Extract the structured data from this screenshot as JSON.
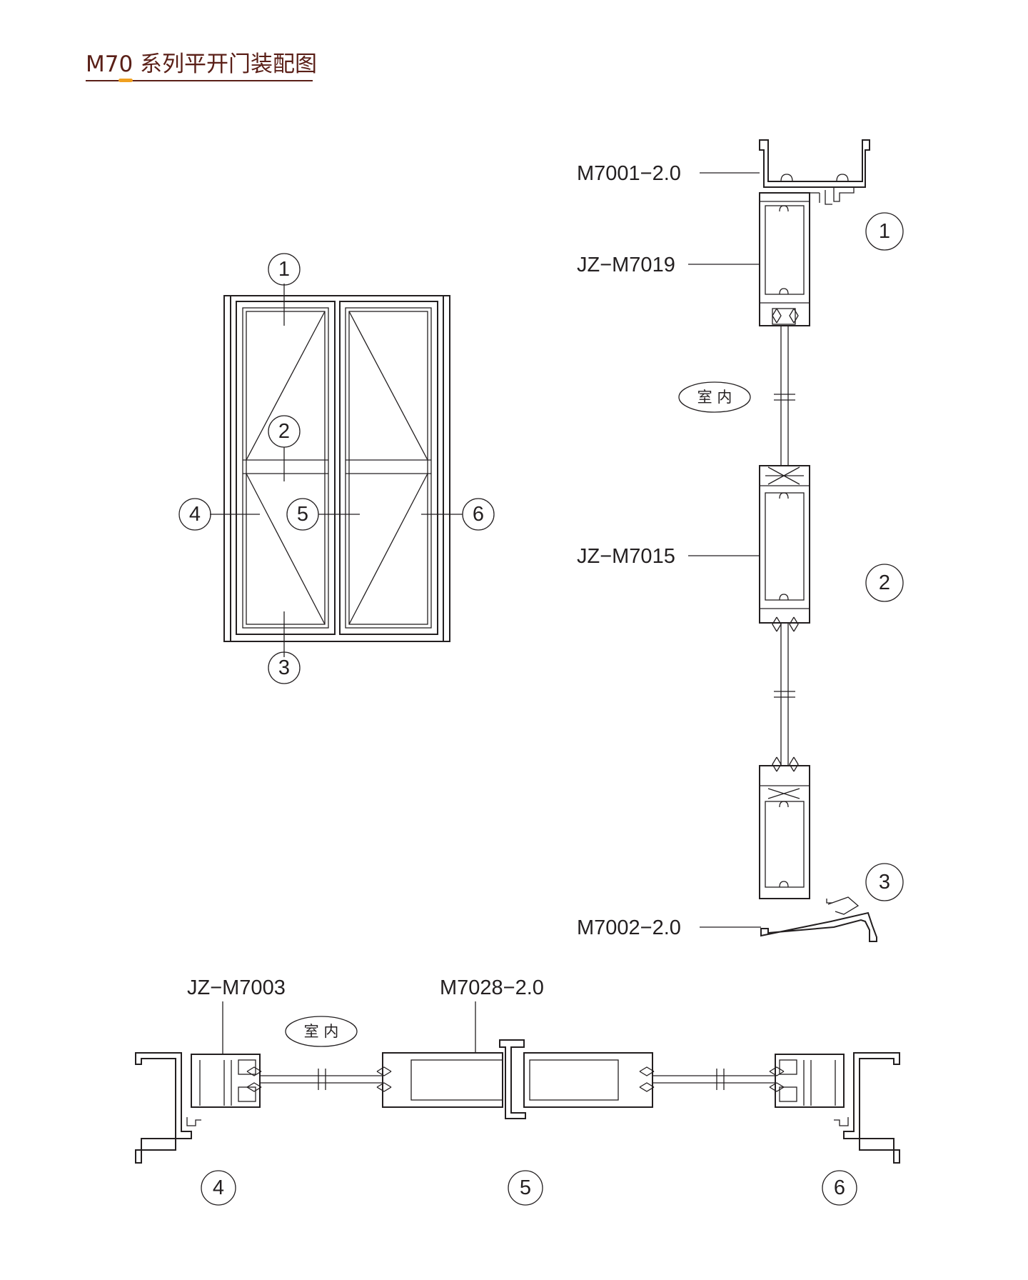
{
  "title": "M70 系列平开门装配图",
  "markers": [
    "1",
    "2",
    "3",
    "4",
    "5",
    "6"
  ],
  "labels": {
    "m7001": "M7001−2.0",
    "jzm7019": "JZ−M7019",
    "jzm7015": "JZ−M7015",
    "m7002": "M7002−2.0",
    "jzm7003": "JZ−M7003",
    "m7028": "M7028−2.0"
  },
  "indoor": "室 内",
  "colors": {
    "title": "#5a1f17",
    "accent": "#f0a020",
    "line": "#231f20"
  }
}
